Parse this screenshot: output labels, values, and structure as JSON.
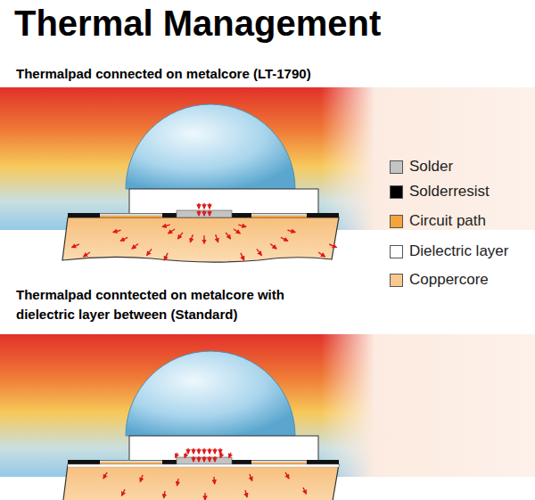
{
  "diagram": {
    "title": "Thermal Management",
    "labels": [
      "Thermalpad connected on metalcore (LT-1790)",
      "Thermalpad conntected on metalcore with dielectric layer between (Standard)"
    ],
    "legend": [
      {
        "text": "Solder",
        "color": "#c4c4c4"
      },
      {
        "text": "Solderresist",
        "color": "#000000"
      },
      {
        "text": "Circuit path",
        "color": "#f4a43a"
      },
      {
        "text": "Dielectric layer",
        "color": "#ffffff"
      },
      {
        "text": "Coppercore",
        "color": "#f8c88e"
      }
    ]
  }
}
